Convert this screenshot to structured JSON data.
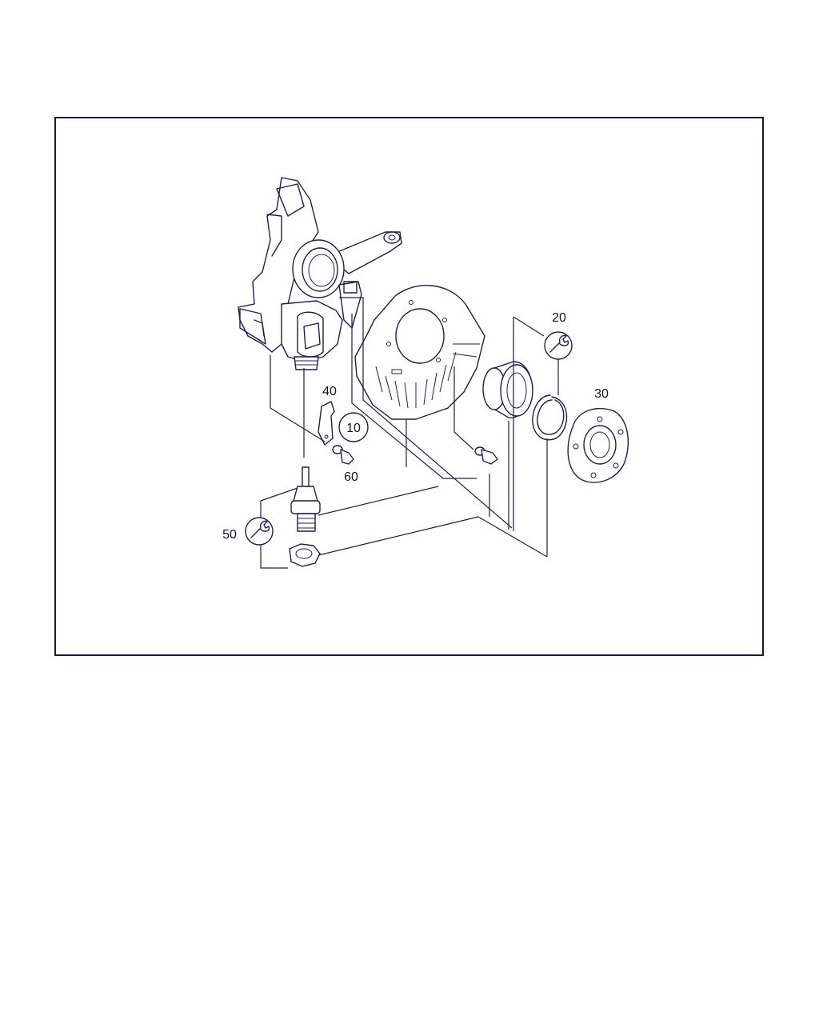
{
  "labels": {
    "p10": "10",
    "p20": "20",
    "p30": "30",
    "p40": "40",
    "p50": "50",
    "p60": "60"
  },
  "icons": {
    "wrench_symbols": [
      "wrench-icon",
      "wrench-icon"
    ]
  },
  "colors": {
    "line": "#1c1c5c",
    "frame": "#1a1a4a",
    "background": "#ffffff"
  }
}
